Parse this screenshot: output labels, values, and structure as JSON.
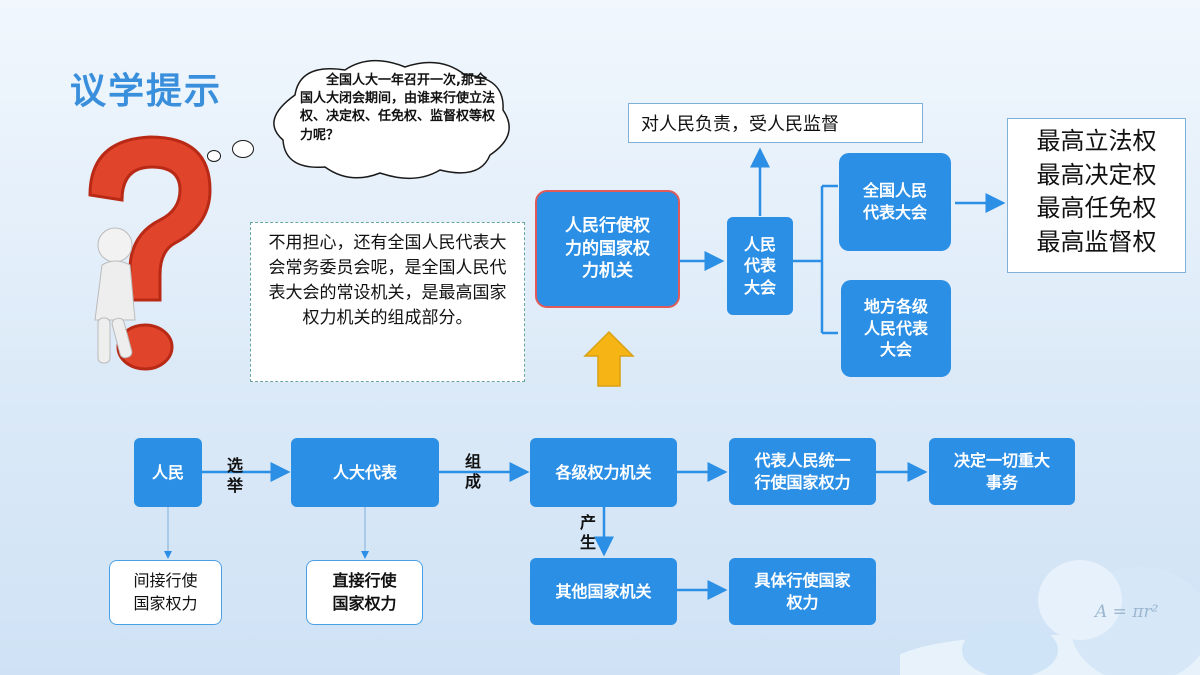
{
  "title": "议学提示",
  "cloud_text": "全国人大一年召开一次,那全国人大闭会期间，由谁来行使立法权、决定权、任免权、监督权等权力呢？",
  "note_text": "不用担心，还有全国人民代表大会常务委员会呢，是全国人民代表大会的常设机关，是最高国家权力机关的组成部分。",
  "top": {
    "organ": "人民行使权\n力的国家权\n力机关",
    "congress": "人民\n代表\n大会",
    "responsible": "对人民负责，受人民监督",
    "npc": "全国人民\n代表大会",
    "local": "地方各级\n人民代表\n大会",
    "powers": [
      "最高立法权",
      "最高决定权",
      "最高任免权",
      "最高监督权"
    ]
  },
  "bottom": {
    "people": "人民",
    "elect": "选\n举",
    "deputies": "人大代表",
    "form": "组\n成",
    "organs": "各级权力机关",
    "exercise": "代表人民统一\n行使国家权力",
    "decide": "决定一切重大\n事务",
    "produce": "产\n生",
    "other": "其他国家机关",
    "specific": "具体行使国家\n权力",
    "indirect": "间接行使\n国家权力",
    "direct": "直接行使\n国家权力"
  },
  "decor_formula": "A = πr²",
  "colors": {
    "box_blue": "#2b8fe6",
    "title_blue": "#3a8fdc",
    "arrow_yellow": "#f7b515",
    "organ_border": "#e05a5a"
  }
}
